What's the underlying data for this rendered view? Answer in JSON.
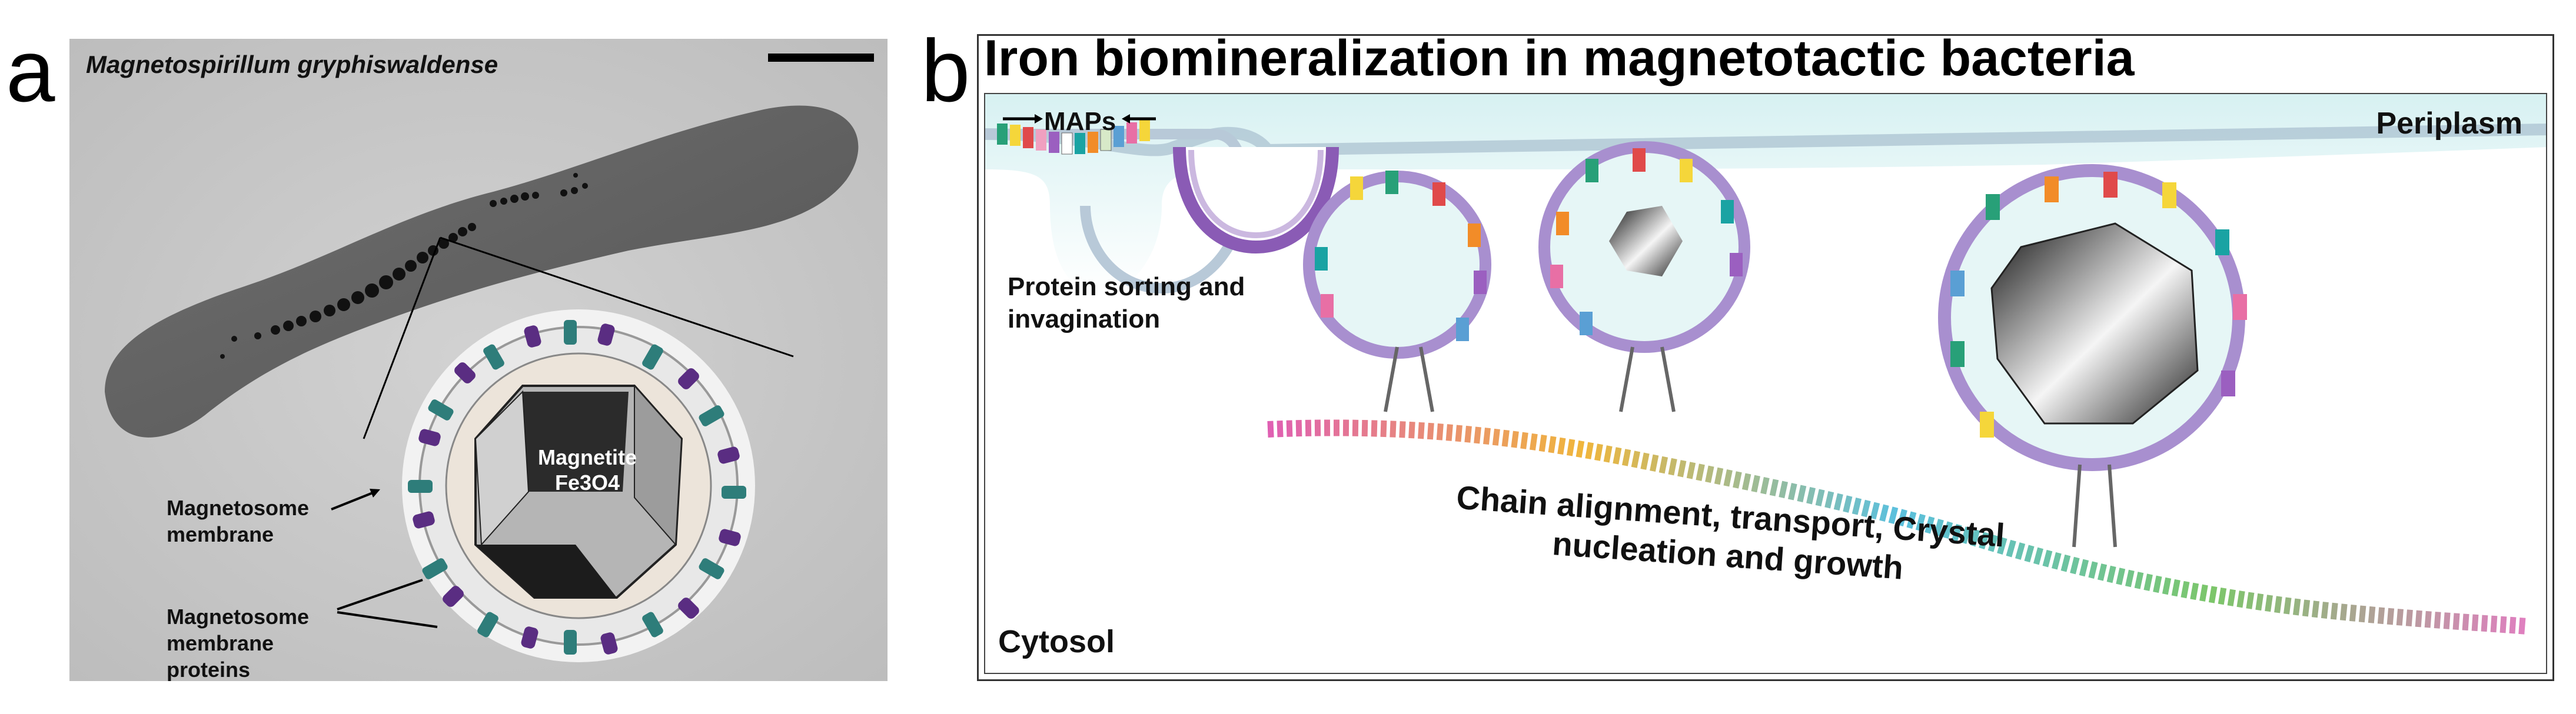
{
  "panel_a": {
    "letter": "a",
    "species": "Magnetospirillum gryphiswaldense",
    "membrane_label": "Magnetosome membrane",
    "proteins_label": "Magnetosome membrane proteins",
    "magnetite_label": "Magnetite",
    "magnetite_formula": "Fe3O4"
  },
  "panel_b": {
    "letter": "b",
    "title": "Iron biomineralization in magnetotactic bacteria",
    "periplasm": "Periplasm",
    "cytosol": "Cytosol",
    "maps": "MAPs",
    "sorting": "Protein sorting and invagination",
    "chain": "Chain alignment, transport, Crystal nucleation and growth"
  },
  "colors": {
    "membrane_cyan": "#d4f0f0",
    "vesicle_purple": "#8a5bb5",
    "crystal_dark": "#2a2a2a",
    "filament": "multicolor"
  },
  "icons": [
    "scale-bar",
    "magnetosome-crystal",
    "vesicle",
    "filament"
  ]
}
